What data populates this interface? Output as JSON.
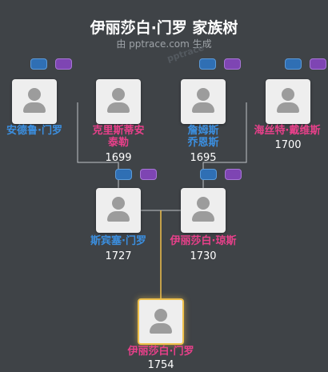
{
  "title": "伊丽莎白·门罗 家族树",
  "subtitle": "由 pptrace.com 生成",
  "watermark": "pptrace",
  "colors": {
    "background": "#3f4347",
    "male": "#3b8fe0",
    "female": "#e8408a",
    "link": "#bfc3c7",
    "focus_link": "#f0c14b"
  },
  "people": {
    "andrew": {
      "name": "安德鲁·门罗",
      "year": ""
    },
    "christina": {
      "name": "克里斯蒂安\n泰勒",
      "year": "1699"
    },
    "james": {
      "name": "詹姆斯\n乔恩斯",
      "year": "1695"
    },
    "elizabeth_davis": {
      "name": "海丝特·戴维斯",
      "year": "1700"
    },
    "spencer": {
      "name": "斯宾塞·门罗",
      "year": "1727"
    },
    "elizabeth_jones": {
      "name": "伊丽莎白·琼斯",
      "year": "1730"
    },
    "elizabeth_monroe": {
      "name": "伊丽莎白·门罗",
      "year": "1754"
    }
  }
}
